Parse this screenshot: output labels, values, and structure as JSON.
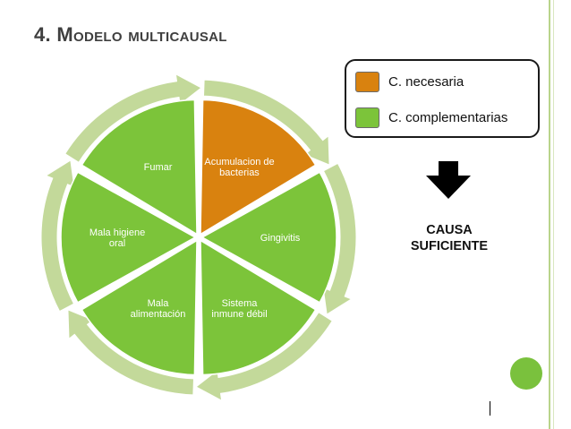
{
  "title": {
    "number": "4.",
    "text": "Modelo multicausal"
  },
  "legend": {
    "items": [
      {
        "label": "C. necesaria",
        "color": "#d9820f"
      },
      {
        "label": "C. complementarias",
        "color": "#7cc43a"
      }
    ]
  },
  "causa": {
    "line1": "CAUSA",
    "line2": "SUFICIENTE"
  },
  "segments": [
    {
      "lines": [
        "Acumulacion de",
        "bacterias"
      ],
      "type": "necesaria"
    },
    {
      "lines": [
        "Gingivitis"
      ],
      "type": "complementaria"
    },
    {
      "lines": [
        "Sistema",
        "inmune débil"
      ],
      "type": "complementaria"
    },
    {
      "lines": [
        "Mala",
        "alimentación"
      ],
      "type": "complementaria"
    },
    {
      "lines": [
        "Mala higiene",
        "oral"
      ],
      "type": "complementaria"
    },
    {
      "lines": [
        "Fumar"
      ],
      "type": "complementaria"
    }
  ],
  "colors": {
    "necesaria": "#d9820f",
    "complementaria": "#7cc43a",
    "ring": "#c3d99a"
  }
}
